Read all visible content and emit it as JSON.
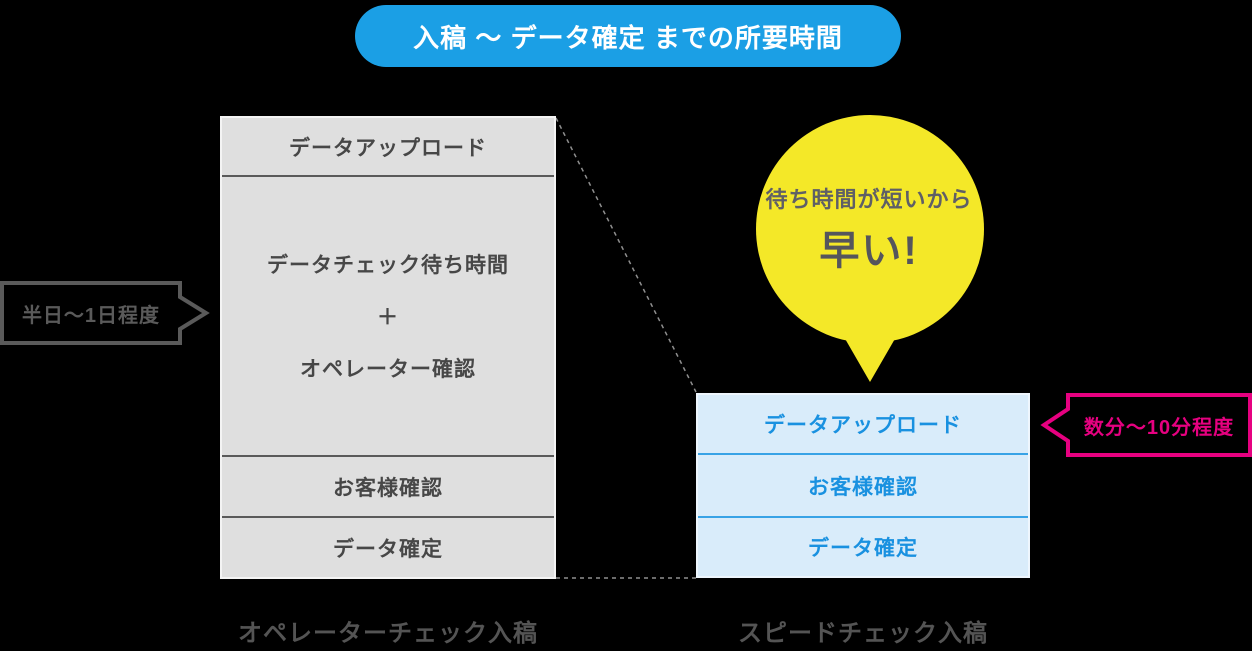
{
  "title": {
    "text": "入稿 ～ データ確定 までの所要時間"
  },
  "operator_flow": {
    "caption": "オペレーターチェック入稿",
    "duration_label": "半日～1日程度",
    "steps": [
      {
        "label": "データアップロード"
      },
      {
        "lines": [
          "データチェック待ち時間",
          "＋",
          "オペレーター確認"
        ]
      },
      {
        "label": "お客様確認"
      },
      {
        "label": "データ確定"
      }
    ]
  },
  "speed_flow": {
    "caption": "スピードチェック入稿",
    "duration_label": "数分～10分程度",
    "steps": [
      {
        "label": "データアップロード"
      },
      {
        "label": "お客様確認"
      },
      {
        "label": "データ確定"
      }
    ]
  },
  "bubble": {
    "line1": "待ち時間が短いから",
    "line2": "早い!"
  },
  "colors": {
    "title_blue": "#1b9fe5",
    "operator_fill": "#dfdfdf",
    "operator_divider": "#5a5a5a",
    "speed_fill": "#d9ecfa",
    "speed_text": "#1991e0",
    "speed_divider": "#38a3e6",
    "bubble_yellow": "#f4e828",
    "accent_pink": "#e60080",
    "label_gray": "#595959",
    "background": "#000000"
  }
}
